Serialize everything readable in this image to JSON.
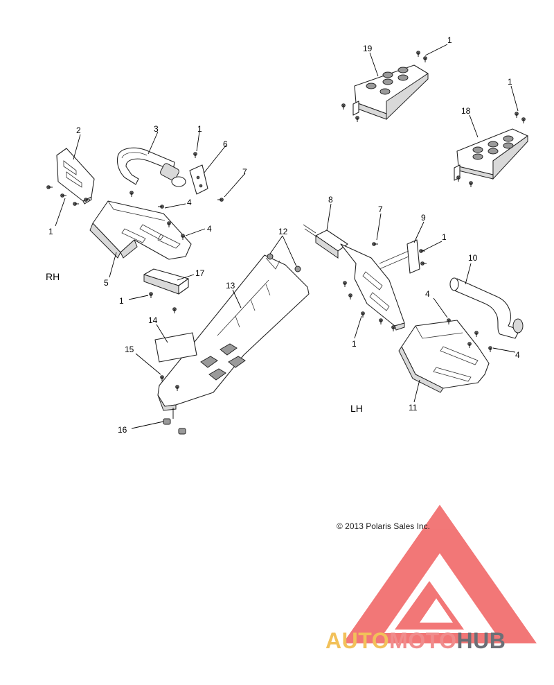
{
  "diagram": {
    "side_labels": {
      "right": "RH",
      "left": "LH"
    },
    "callouts": [
      "1",
      "1",
      "1",
      "1",
      "1",
      "1",
      "1",
      "2",
      "3",
      "4",
      "4",
      "4",
      "4",
      "5",
      "6",
      "7",
      "7",
      "8",
      "9",
      "10",
      "11",
      "12",
      "13",
      "14",
      "15",
      "16",
      "17",
      "18",
      "19"
    ]
  },
  "copyright": "© 2013 Polaris Sales Inc.",
  "watermark": {
    "part1": "AUTO",
    "part2": "MOTO",
    "part3": "HUB",
    "colors": {
      "triangle": "#f06060",
      "auto": "#f2c15a",
      "moto": "#f08c8c",
      "hub": "#6b6f76"
    }
  }
}
